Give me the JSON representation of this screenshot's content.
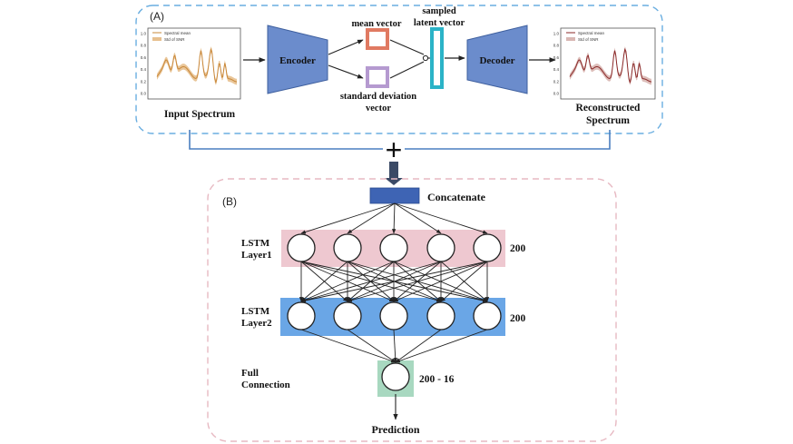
{
  "panel_a": {
    "label": "(A)",
    "input_caption": "Input Spectrum",
    "encoder": "Encoder",
    "mean_vector": "mean vector",
    "std_vector_line1": "standard deviation",
    "std_vector_line2": "vector",
    "latent_line1": "sampled",
    "latent_line2": "latent vector",
    "decoder": "Decoder",
    "output_caption_line1": "Reconstructed",
    "output_caption_line2": "Spectrum",
    "input_plot": {
      "legend_mean": "Spectral mean",
      "legend_std": "Std of SNR",
      "y_ticks": [
        "1.0",
        "0.8",
        "0.6",
        "0.4",
        "0.2",
        "0.0"
      ]
    },
    "output_plot": {
      "legend_mean": "Spectral mean",
      "legend_std": "Std of SNR",
      "y_ticks": [
        "1.0",
        "0.8",
        "0.6",
        "0.4",
        "0.2",
        "0.0"
      ]
    }
  },
  "combine_symbol": "+",
  "panel_b": {
    "label": "(B)",
    "concatenate": "Concatenate",
    "lstm1_line1": "LSTM",
    "lstm1_line2": "Layer1",
    "lstm1_units": "200",
    "lstm2_line1": "LSTM",
    "lstm2_line2": "Layer2",
    "lstm2_units": "200",
    "fc_line1": "Full",
    "fc_line2": "Connection",
    "fc_units": "200 - 16",
    "prediction": "Prediction"
  },
  "colors": {
    "dash_a": "#6aaee0",
    "dash_b": "#e7b9c2",
    "connector": "#4a7fc0",
    "arrow_down": "#3b4a66",
    "encoder_fill": "#6b8ccc",
    "encoder_stroke": "#3e5f9e",
    "mean_box": "#e07a62",
    "std_box": "#b59ad0",
    "latent_outer": "#2bb3c7",
    "concat_fill": "#3e64b4",
    "lstm1_fill": "#eec8d0",
    "lstm2_fill": "#6aa6e6",
    "fc_fill": "#a8d8c0",
    "plot_in_line": "#c9883a",
    "plot_in_band": "#e7c08e",
    "plot_out_line": "#8b2a2a",
    "plot_out_band": "#d9b7b3"
  }
}
